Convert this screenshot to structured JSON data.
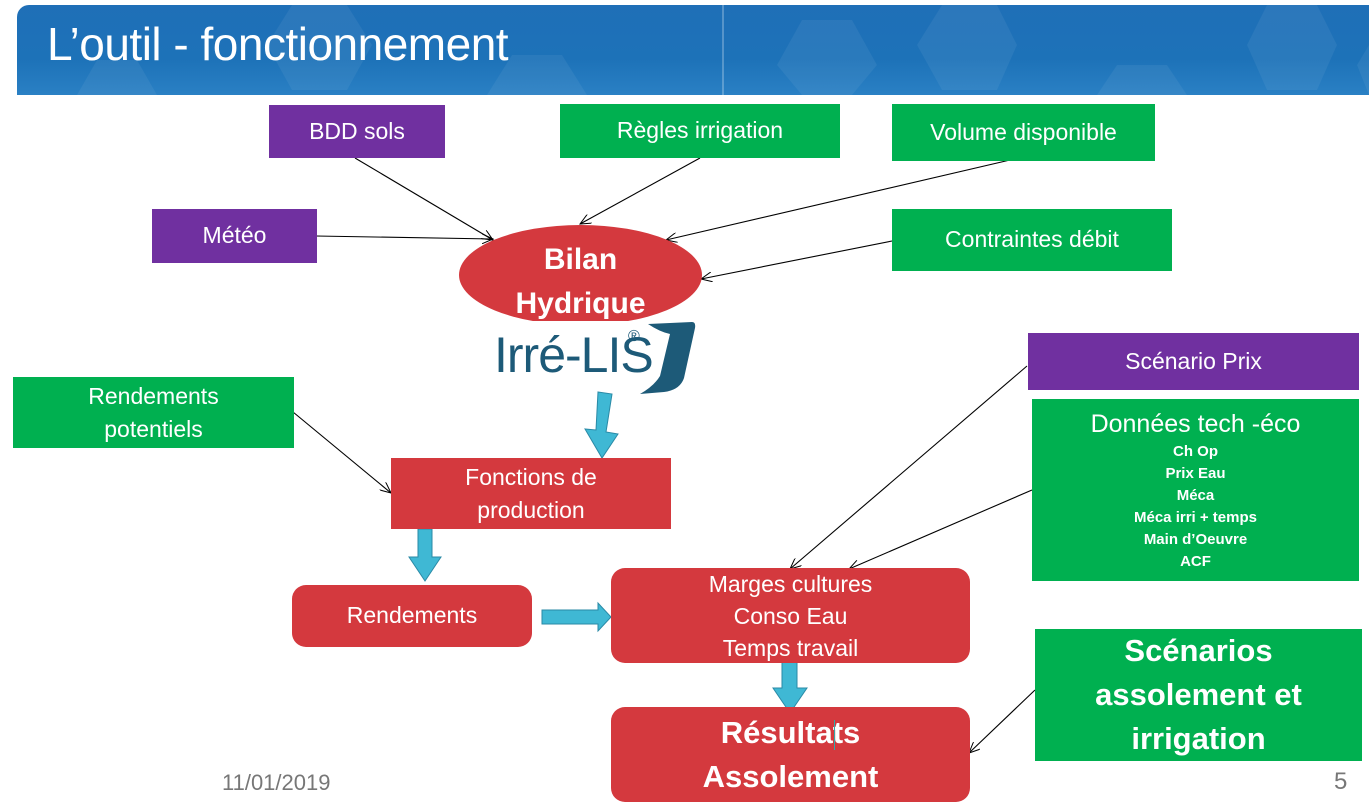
{
  "slide": {
    "title": "L’outil - fonctionnement",
    "date": "11/01/2019",
    "page_number": "5"
  },
  "colors": {
    "header_blue": "#1d72b8",
    "purple": "#7030a0",
    "green": "#00b050",
    "red": "#d4393e",
    "arrow_teal": "#3fb8d4",
    "logo_blue": "#1d5a78"
  },
  "nodes": {
    "bdd_sols": "BDD sols",
    "meteo": "Météo",
    "regles_irrigation": "Règles irrigation",
    "volume_disponible": "Volume disponible",
    "contraintes_debit": "Contraintes débit",
    "bilan_hydrique": {
      "line1": "Bilan",
      "line2": "Hydrique"
    },
    "logo": {
      "text": "Irré-LIS",
      "mark": "®"
    },
    "rendements_potentiels": {
      "line1": "Rendements",
      "line2": "potentiels"
    },
    "fonctions_production": {
      "line1": "Fonctions de",
      "line2": "production"
    },
    "rendements": "Rendements",
    "scenario_prix": "Scénario Prix",
    "donnees_tech_eco": {
      "title": "Données tech -éco",
      "items": [
        "Ch Op",
        "Prix Eau",
        "Méca",
        "Méca irri + temps",
        "Main d’Oeuvre",
        "ACF"
      ]
    },
    "marges": {
      "line1": "Marges cultures",
      "line2": "Conso Eau",
      "line3": "Temps travail"
    },
    "resultats": {
      "line1": "Résultats",
      "line2": "Assolement"
    },
    "scenarios": {
      "line1": "Scénarios",
      "line2": "assolement et",
      "line3": "irrigation"
    }
  }
}
